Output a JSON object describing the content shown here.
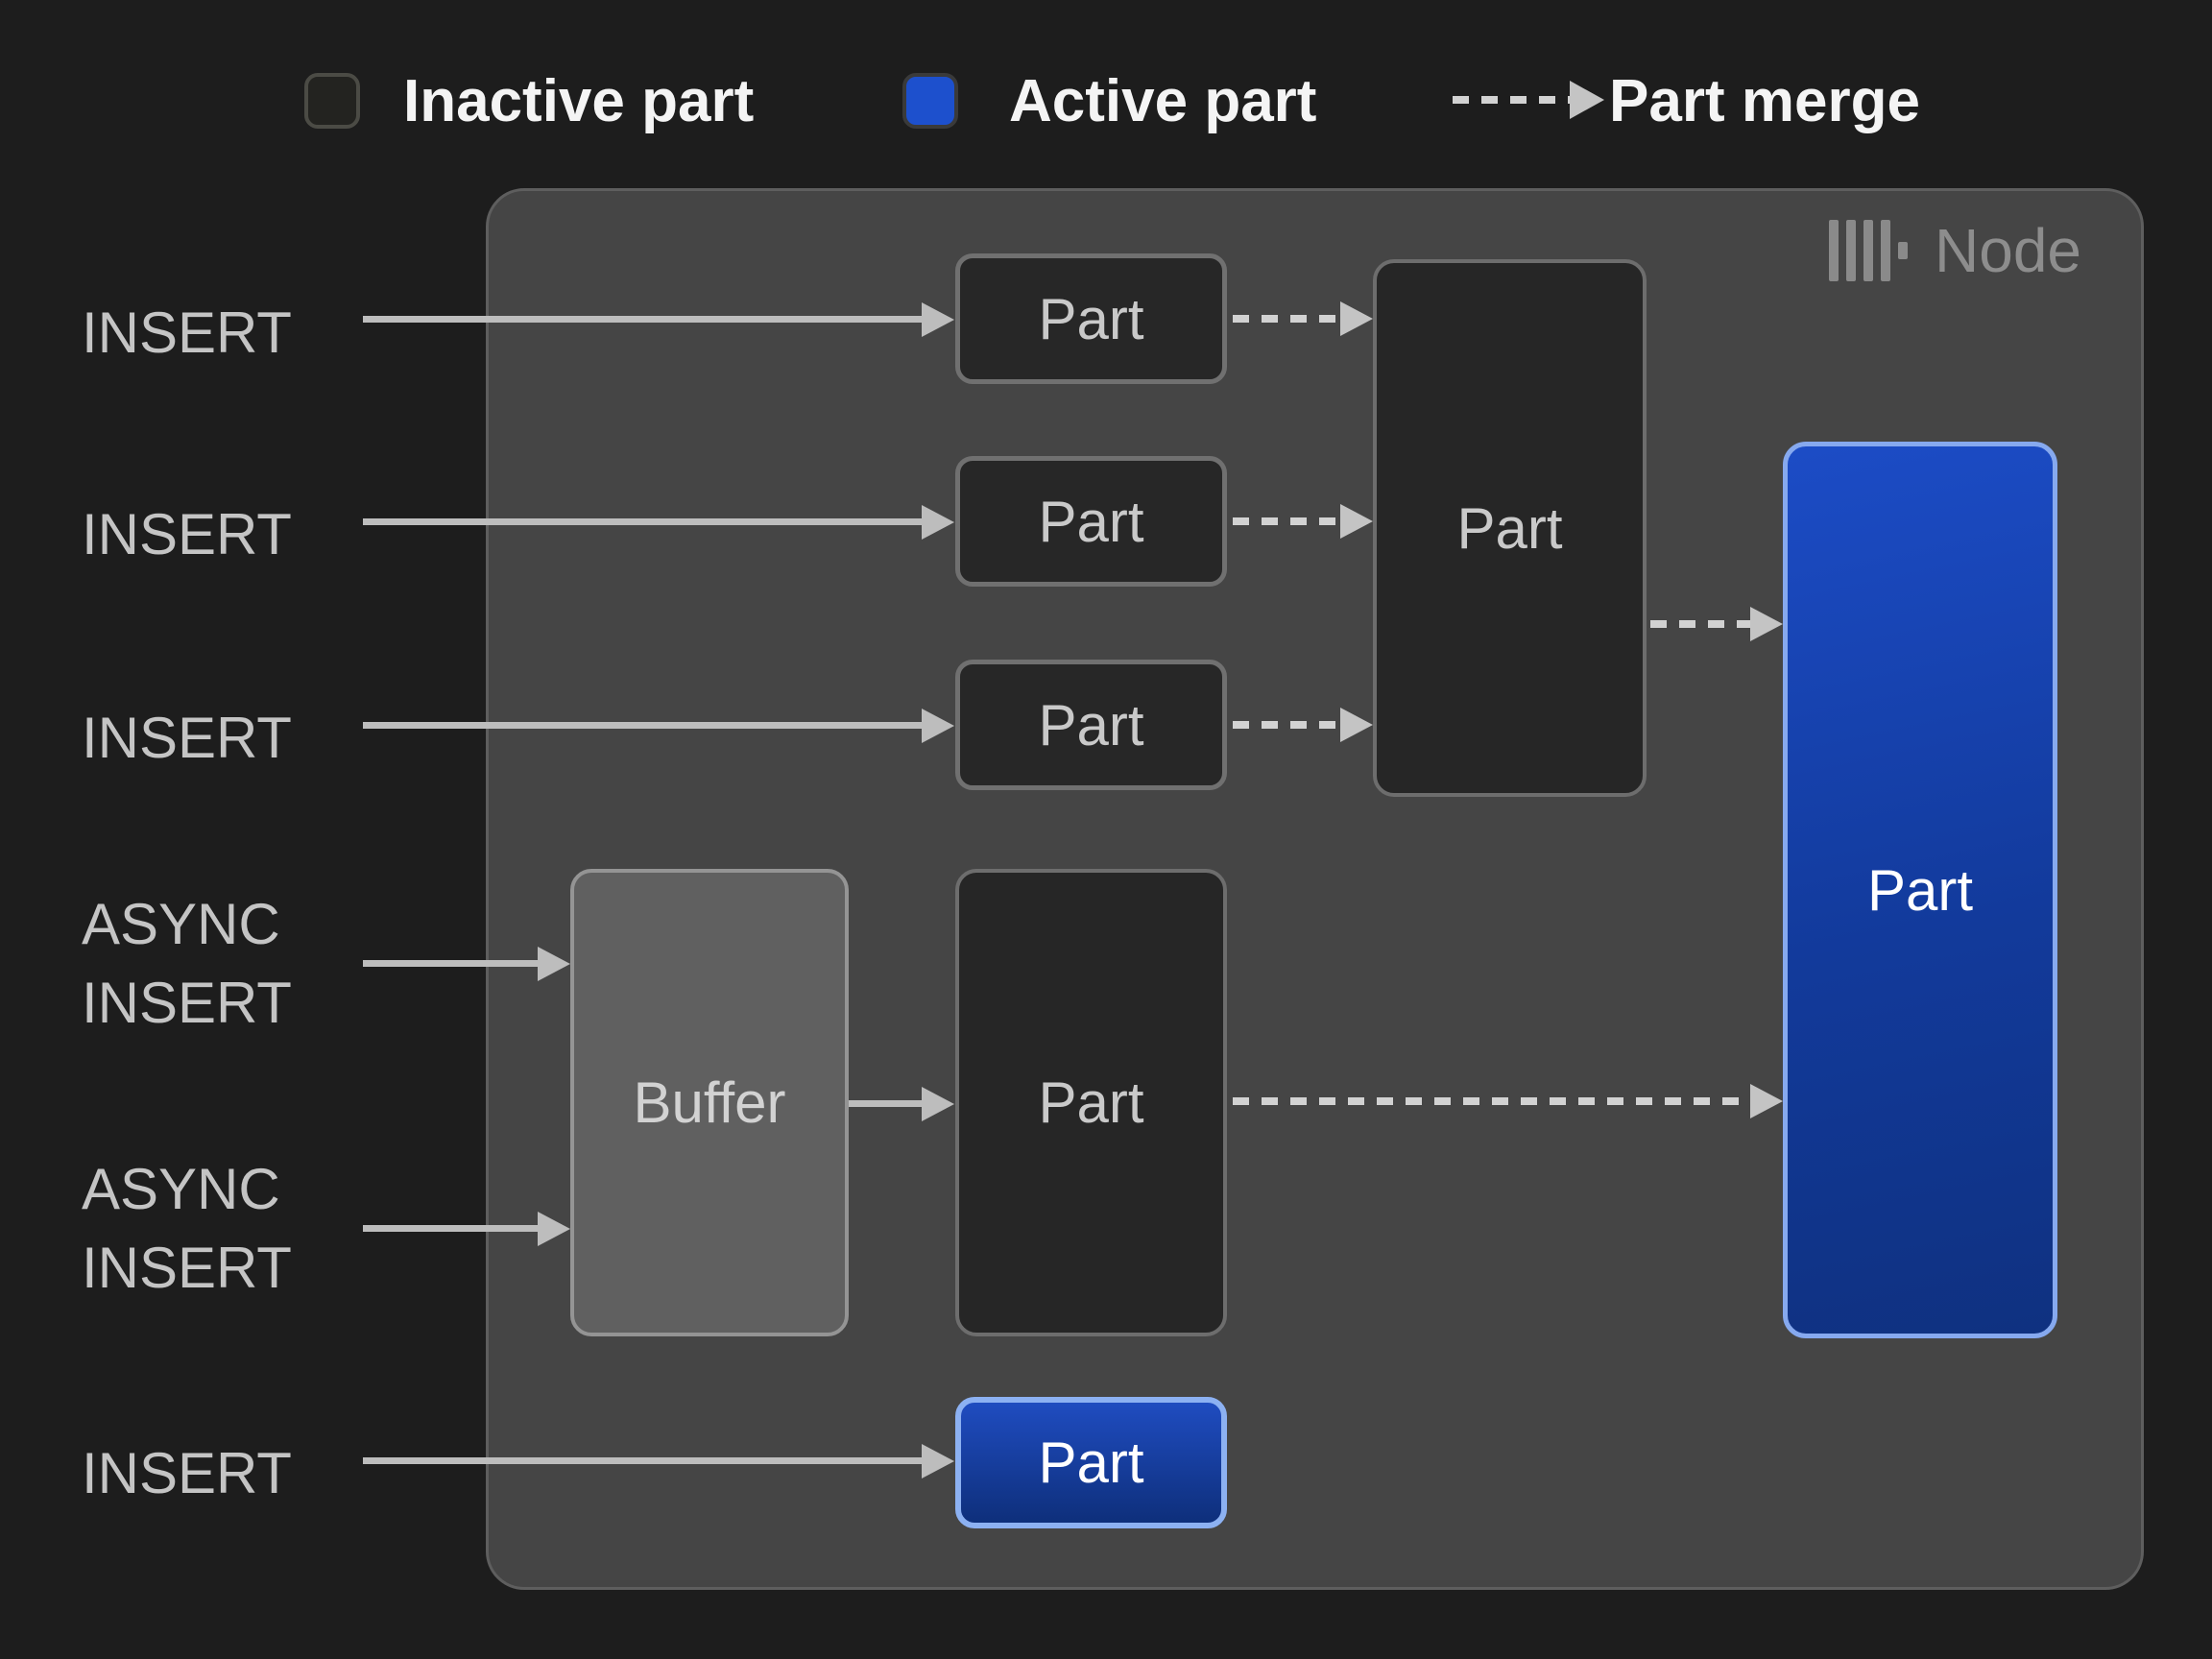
{
  "legend": {
    "inactive": {
      "label": "Inactive part",
      "swatch_color": "#232320"
    },
    "active": {
      "label": "Active part",
      "swatch_color": "#1d50cd"
    },
    "merge": {
      "label": "Part merge",
      "arrow_style": "dashed"
    }
  },
  "node": {
    "title": "Node",
    "logo_icon": "clickhouse-bars-icon"
  },
  "inputs": [
    {
      "label": "INSERT"
    },
    {
      "label": "INSERT"
    },
    {
      "label": "INSERT"
    },
    {
      "label": "ASYNC INSERT"
    },
    {
      "label": "ASYNC INSERT"
    },
    {
      "label": "INSERT"
    }
  ],
  "labels": {
    "part": "Part",
    "buffer": "Buffer"
  },
  "colors": {
    "background": "#1d1d1d",
    "node_fill": "#454545",
    "node_border": "#5e5e5e",
    "inactive_part_fill": "#272727",
    "inactive_part_border": "#707070",
    "buffer_fill": "#606060",
    "active_blue": "#1d50cd",
    "active_gradient_start": "#1c4cc6",
    "active_gradient_end": "#0f3180",
    "active_border": "#86a9ef",
    "arrow": "#bdbdbd",
    "dashed_arrow": "#d2d2d2",
    "legend_text": "#f4f4f4",
    "input_text": "#c4c4c4",
    "node_title_text": "#8d8d8d"
  }
}
